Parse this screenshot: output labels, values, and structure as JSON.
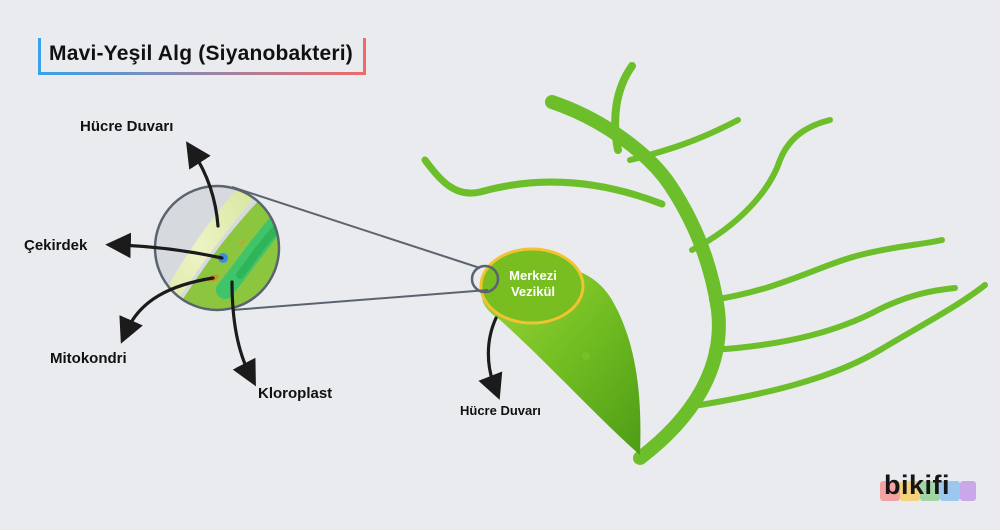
{
  "title": "Mavi-Yeşil Alg (Siyanobakteri)",
  "labels": {
    "cell_wall_top": "Hücre Duvarı",
    "nucleus": "Çekirdek",
    "mitochondria": "Mitokondri",
    "chloroplast": "Kloroplast",
    "cell_wall_bottom": "Hücre Duvarı",
    "central_vesicle_line1": "Merkezi",
    "central_vesicle_line2": "Vezikül"
  },
  "logo": "bikifi",
  "colors": {
    "plant_green": "#6cbf2a",
    "leaf_dark": "#5da81d",
    "vesicle_ring": "#f2c230",
    "arrow": "#1b1b1b",
    "zoom_circle": "#5a6470",
    "title_gradient_left": "#3aa0e8",
    "title_gradient_right": "#f06a6a"
  }
}
